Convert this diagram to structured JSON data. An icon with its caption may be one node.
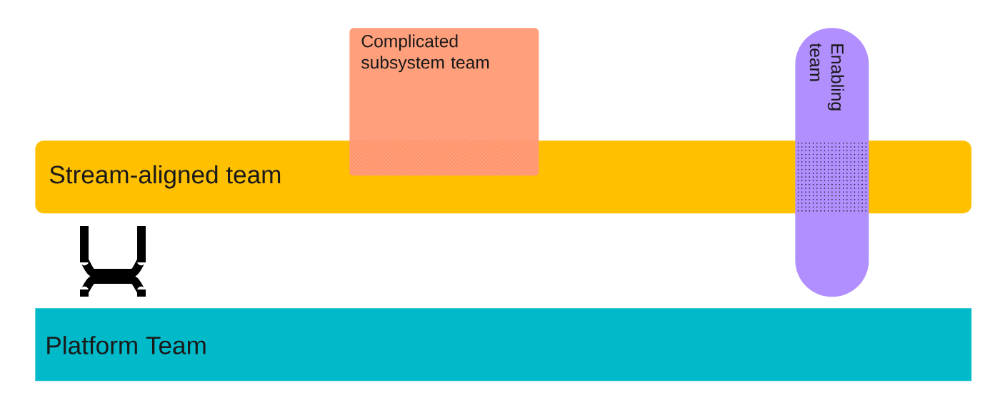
{
  "diagram": {
    "nodes": [
      {
        "text": [
          "Complicated subsystem team"
        ]
      },
      {
        "text": [
          "Stream-aligned team"
        ]
      },
      {
        "text": [
          "Enabling team"
        ]
      },
      {
        "text": [
          "Platform Team"
        ]
      }
    ]
  }
}
